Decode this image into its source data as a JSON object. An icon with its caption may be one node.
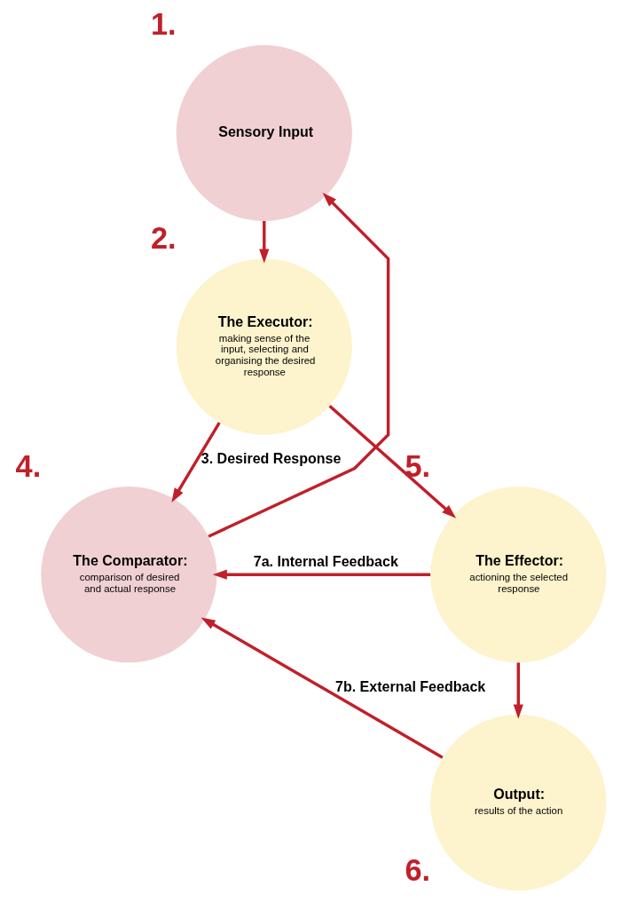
{
  "diagram": {
    "nodes": [
      {
        "text": [
          "Sensory Input"
        ],
        "beside": [
          "1."
        ]
      },
      {
        "text": [
          "The Executor:",
          "making sense of the input, selecting and organising the desired response"
        ],
        "beside": [
          "2."
        ]
      },
      {
        "text": [
          "The Comparator:",
          "comparison of desired and actual response"
        ],
        "beside": [
          "4."
        ]
      },
      {
        "text": [
          "The Effector:",
          "actioning the selected response"
        ],
        "beside": [
          "5."
        ]
      },
      {
        "text": [
          "Output:",
          "results of the action"
        ],
        "beside": [
          "6."
        ]
      }
    ],
    "edges": [
      {
        "from": 0,
        "to": 1,
        "arrow": "to"
      },
      {
        "from": 1,
        "to": 2,
        "arrow": "to",
        "label": "3. Desired Response"
      },
      {
        "from": 1,
        "to": 3,
        "arrow": "to"
      },
      {
        "from": 2,
        "to": 0,
        "arrow": "to"
      },
      {
        "from": 3,
        "to": 2,
        "arrow": "to",
        "label": "7a. Internal Feedback"
      },
      {
        "from": 3,
        "to": 4,
        "arrow": "to"
      },
      {
        "from": 4,
        "to": 2,
        "arrow": "to",
        "label": "7b. External Feedback"
      }
    ]
  }
}
